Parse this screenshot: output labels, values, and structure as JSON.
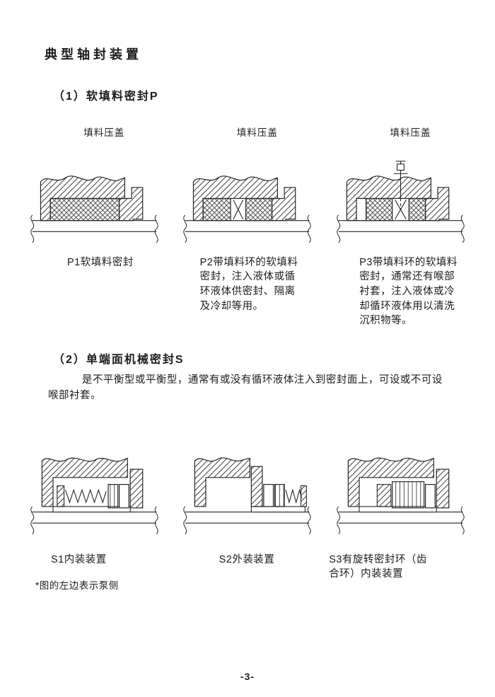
{
  "doc": {
    "title": "典型轴封装置",
    "page_number": "-3-"
  },
  "section_packing": {
    "heading": "（1）软填料密封P",
    "gland_label": "填料压盖",
    "figures": [
      {
        "caption": "P1软填料密封"
      },
      {
        "caption": "P2带填料环的软填料\n密封，注入液体或循\n环液体供密封、隔离\n及冷却等用。"
      },
      {
        "caption": "P3带填料环的软填料\n密封，通常还有喉部\n衬套，注入液体或冷\n却循环液体用以清洗\n沉积物等。"
      }
    ]
  },
  "section_mechanical": {
    "heading": "（2）单端面机械密封S",
    "intro": "是不平衡型或平衡型，通常有或没有循环液体注入到密封面上，可设或不可设\n喉部衬套。",
    "figures": [
      {
        "caption": "S1内装装置"
      },
      {
        "caption": "S2外装装置"
      },
      {
        "caption": "S3有旋转密封环（齿\n合环）内装装置"
      }
    ],
    "note": "*图的左边表示泵侧"
  }
}
